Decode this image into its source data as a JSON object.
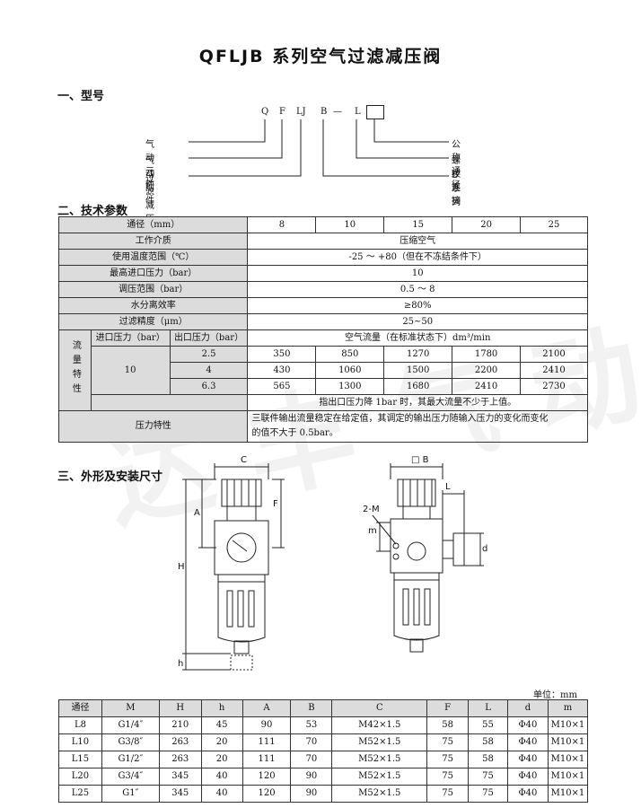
{
  "title": "QFLJB 系列空气过滤减压阀",
  "sections": {
    "model": "一、型号",
    "tech": "二、技术参数",
    "dims": "三、外形及安装尺寸"
  },
  "model_code": {
    "chars": [
      "Q",
      "F",
      "LJ",
      "B",
      "—",
      "L"
    ],
    "left_labels": [
      "气动元件",
      "气动附件",
      "过滤减压"
    ],
    "right_labels": [
      "公称通径",
      "螺纹连接",
      "B 系 列"
    ]
  },
  "tech_table": {
    "header_label": "通径（mm）",
    "sizes": [
      "8",
      "10",
      "15",
      "20",
      "25"
    ],
    "rows": [
      {
        "label": "工作介质",
        "value": "压缩空气"
      },
      {
        "label": "使用温度范围（℃）",
        "value": "-25 ～ +80（但在不冻结条件下）"
      },
      {
        "label": "最高进口压力（bar）",
        "value": "10"
      },
      {
        "label": "调压范围（bar）",
        "value": "0.5 ～ 8"
      },
      {
        "label": "水分离效率",
        "value": "≥80%"
      },
      {
        "label": "过滤精度（μm）",
        "value": "25~50"
      }
    ],
    "flow": {
      "group_label": "流量特性",
      "inlet_header": "进口压力（bar）",
      "outlet_header": "出口压力（bar）",
      "flow_header": "空气流量（在标准状态下）dm³/min",
      "inlet_value": "10",
      "rows": [
        {
          "outlet": "2.5",
          "values": [
            "350",
            "850",
            "1270",
            "1780",
            "2100"
          ]
        },
        {
          "outlet": "4",
          "values": [
            "430",
            "1060",
            "1500",
            "2200",
            "2410"
          ]
        },
        {
          "outlet": "6.3",
          "values": [
            "565",
            "1300",
            "1680",
            "2410",
            "2730"
          ]
        }
      ],
      "note": "指出口压力降 1bar 时，其最大流量不少于上值。"
    },
    "pressure": {
      "label": "压力特性",
      "text_line1": "三联件输出流量稳定在给定值，其调定的输出压力随输入压力的变化而变化",
      "text_line2": "的值不大于 0.5bar。"
    }
  },
  "drawing_labels": {
    "left": {
      "C": "C",
      "A": "A",
      "F": "F",
      "H": "H",
      "h": "h"
    },
    "right": {
      "B": "□ B",
      "L": "L",
      "M": "2-M",
      "m": "m",
      "d": "d"
    }
  },
  "unit": "单位：mm",
  "dims_table": {
    "headers": [
      "通径",
      "M",
      "H",
      "h",
      "A",
      "B",
      "C",
      "F",
      "L",
      "d",
      "m"
    ],
    "rows": [
      [
        "L8",
        "G1/4″",
        "210",
        "45",
        "90",
        "53",
        "M42×1.5",
        "58",
        "55",
        "Φ40",
        "M10×1"
      ],
      [
        "L10",
        "G3/8″",
        "263",
        "20",
        "111",
        "70",
        "M52×1.5",
        "75",
        "58",
        "Φ40",
        "M10×1"
      ],
      [
        "L15",
        "G1/2″",
        "263",
        "20",
        "111",
        "70",
        "M52×1.5",
        "75",
        "58",
        "Φ40",
        "M10×1"
      ],
      [
        "L20",
        "G3/4″",
        "345",
        "40",
        "120",
        "90",
        "M52×1.5",
        "75",
        "75",
        "Φ40",
        "M10×1"
      ],
      [
        "L25",
        "G1″",
        "345",
        "40",
        "120",
        "90",
        "M52×1.5",
        "75",
        "75",
        "Φ40",
        "M10×1"
      ]
    ]
  }
}
